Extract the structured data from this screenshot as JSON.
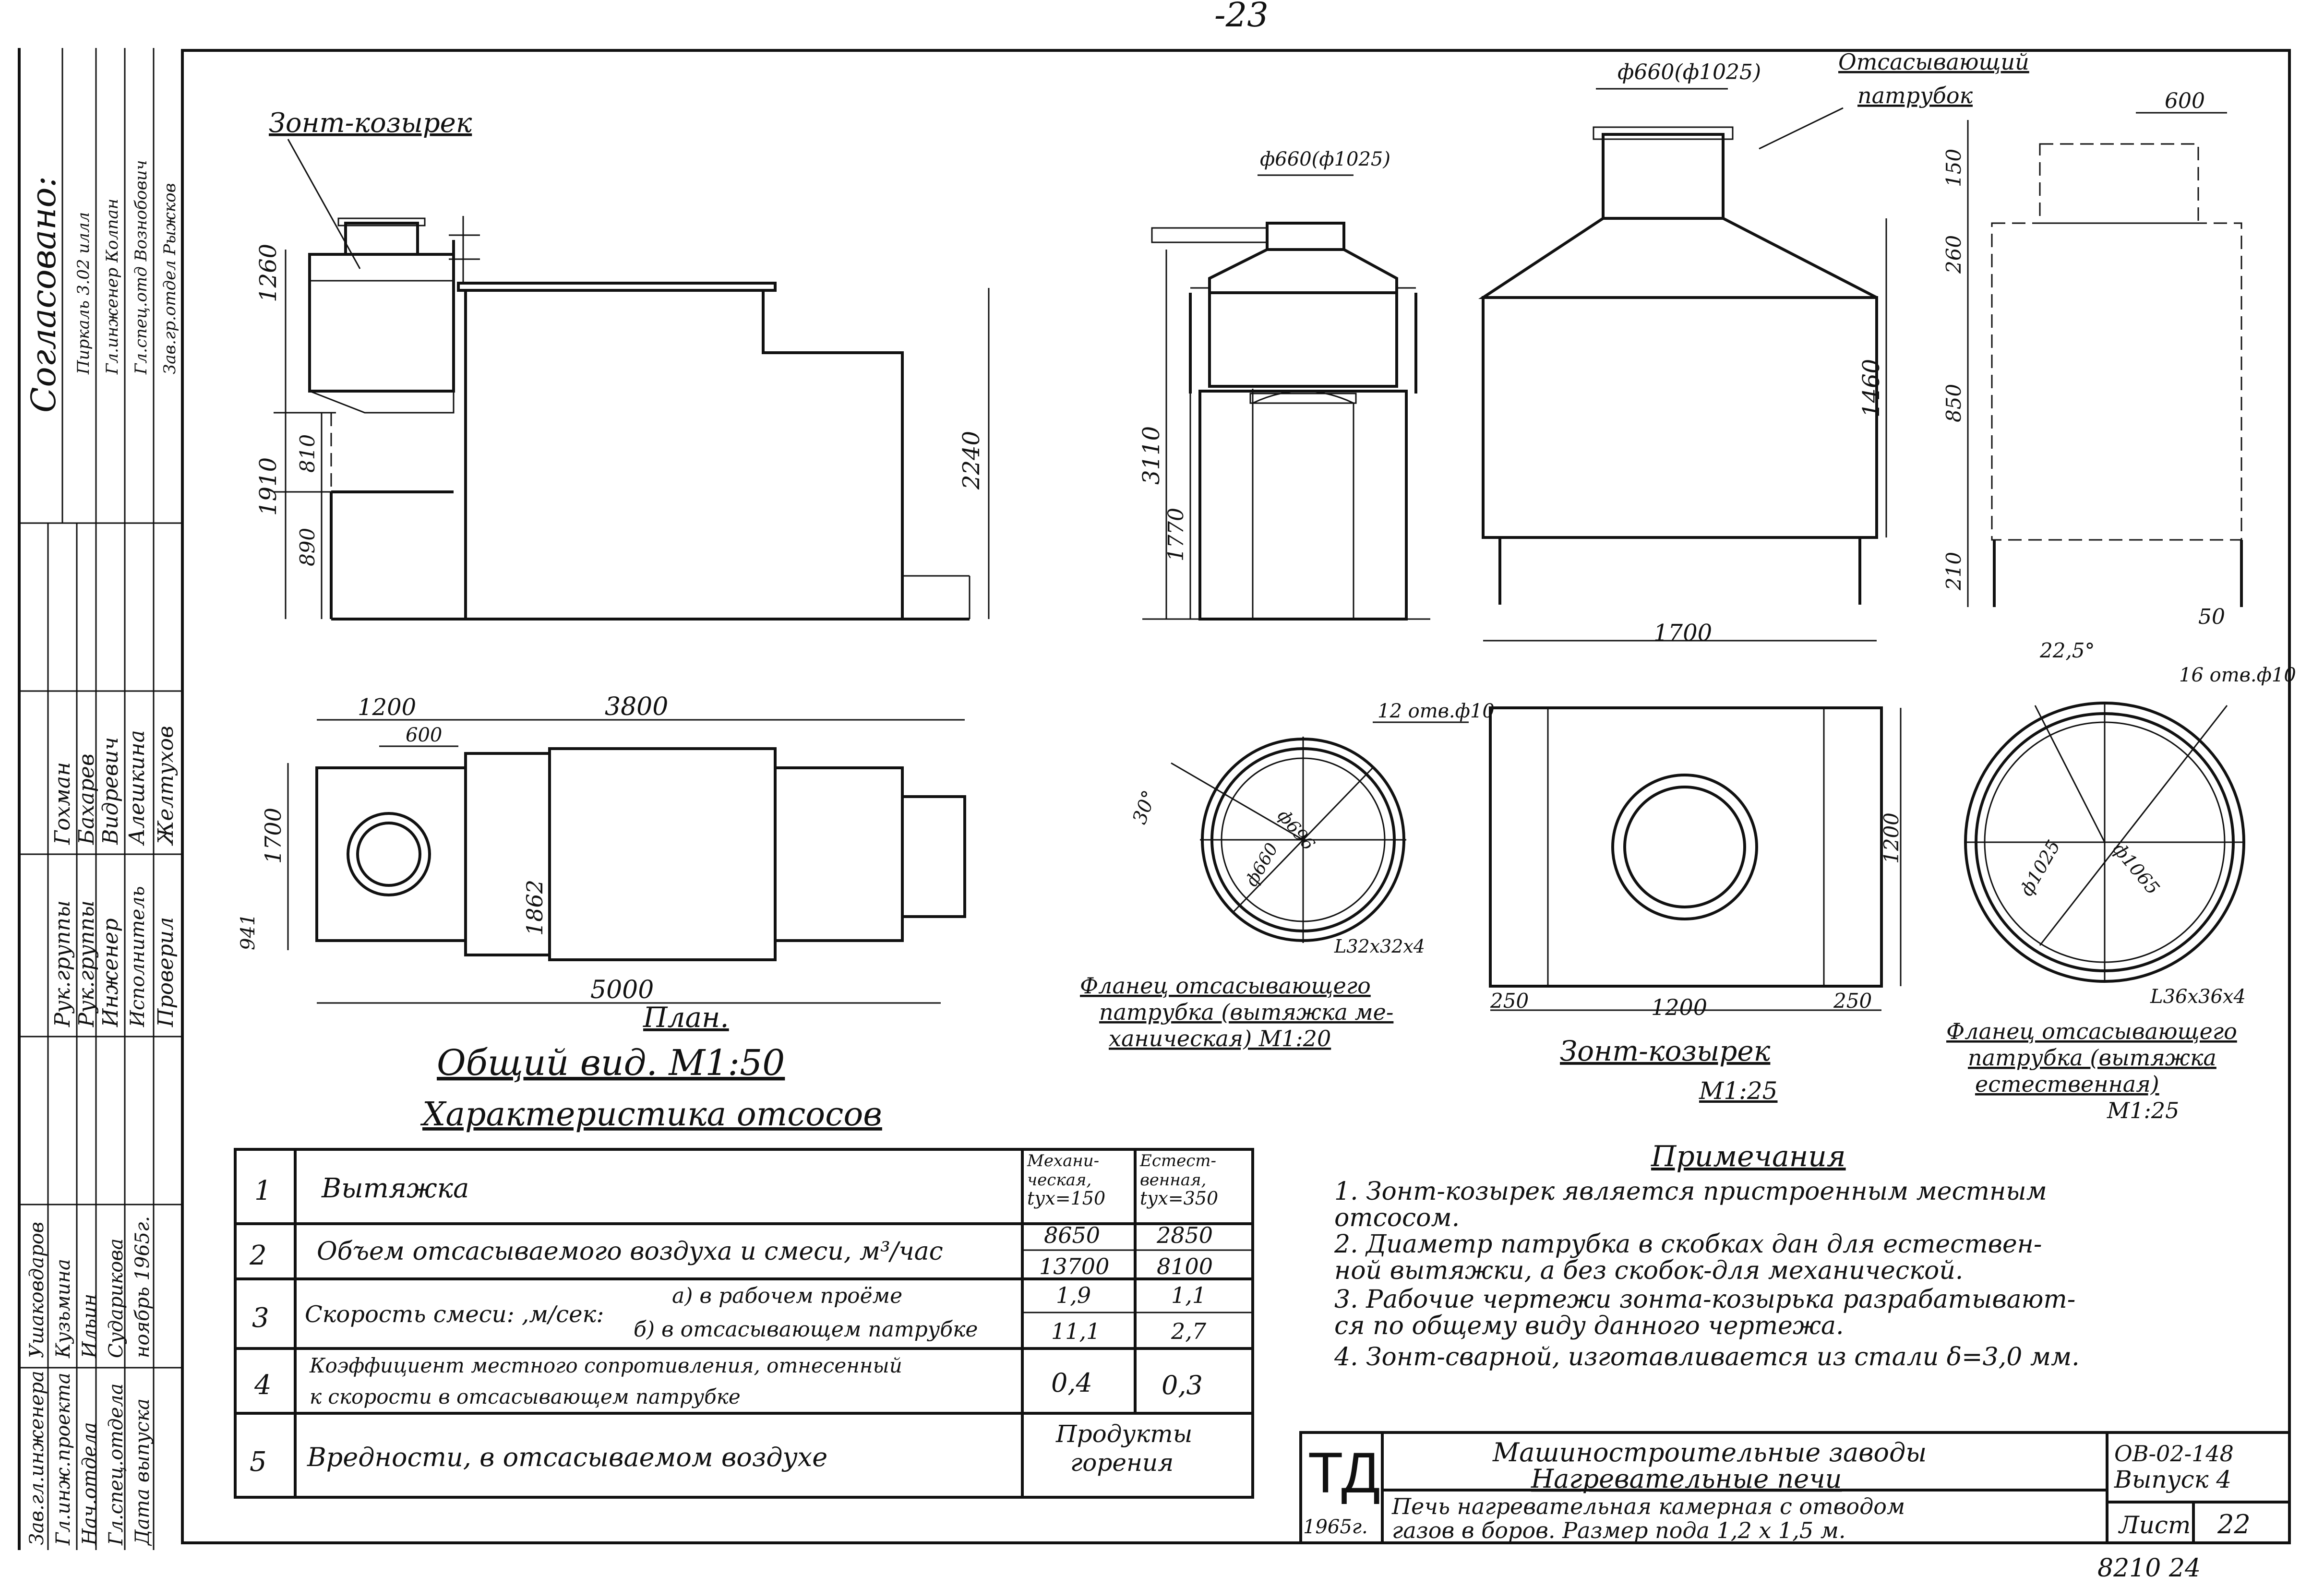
{
  "page_number": "-23",
  "stamp": "8210   24",
  "side_block": {
    "agreed": "Согласовано:",
    "approvals": [
      "Пиркаль 3.02 иллл",
      "Гл.инженер Колпан",
      "Гл.спец.отд Вознобович",
      "Зав.гр.отдел Рыжков"
    ],
    "roles": [
      "Рук.группы",
      "Рук.группы",
      "Инженер",
      "Исполнитель",
      "Проверил"
    ],
    "names": [
      "Гохман",
      "Бахарев",
      "Видревич",
      "Алешкина",
      "Желтухов"
    ],
    "left_roles": [
      "Зав.гл.инженера",
      "Гл.инж.проекта",
      "Нач.отдела",
      "Гл.спец.отдела",
      "Дата выпуска"
    ],
    "left_names": [
      "Ушаковдаров",
      "Кузьмина",
      "Ильин",
      "Сударикова",
      "ноябрь 1965г."
    ]
  },
  "titles": {
    "hood_top": "Зонт-козырек",
    "general_view": "Общий вид. М1:50",
    "plan": "План.",
    "flange_mech": [
      "Фланец отсасывающего",
      "патрубка (вытяжка ме-",
      "ханическая)  М1:20"
    ],
    "hood_scale": [
      "Зонт-козырек",
      "М1:25"
    ],
    "flange_nat": [
      "Фланец отсасывающего",
      "патрубка (вытяжка",
      "естественная)",
      "М1:25"
    ],
    "suction_pipe": [
      "Отсасывающий",
      "патрубок"
    ]
  },
  "dims": {
    "front": [
      "1260",
      "1910",
      "810",
      "890",
      "2240"
    ],
    "side": [
      "ф660(ф1025)",
      "3110",
      "1770"
    ],
    "hood_front": [
      "ф660(ф1025)",
      "1460",
      "1700"
    ],
    "hood_side": [
      "600",
      "150",
      "260",
      "850",
      "210",
      "50"
    ],
    "plan": [
      "1200",
      "600",
      "3800",
      "1700",
      "1862",
      "941",
      "5000"
    ],
    "flange1": [
      "12 отв.ф10",
      "30°",
      "ф696",
      "ф660",
      "L32х32х4"
    ],
    "hood_plan": [
      "250",
      "1200",
      "250",
      "1200"
    ],
    "flange2": [
      "22,5°",
      "16 отв.ф10",
      "ф1025",
      "ф1065",
      "L36х36х4"
    ]
  },
  "table": {
    "title": "Характеристика отсосов",
    "col_mech": [
      "Механи-",
      "ческая,",
      "tух=150"
    ],
    "col_nat": [
      "Естест-",
      "венная,",
      "tух=350"
    ],
    "rows": [
      {
        "n": "1",
        "label": "Вытяжка",
        "sub": [],
        "mech": [],
        "nat": []
      },
      {
        "n": "2",
        "label": "Объем отсасываемого воздуха и смеси, м³/час",
        "sub": [],
        "mech": [
          "8650",
          "13700"
        ],
        "nat": [
          "2850",
          "8100"
        ]
      },
      {
        "n": "3",
        "label": "Скорость смеси: ,м/сек:",
        "sub": [
          "а) в рабочем проёме",
          "б) в отсасывающем патрубке"
        ],
        "mech": [
          "1,9",
          "11,1"
        ],
        "nat": [
          "1,1",
          "2,7"
        ]
      },
      {
        "n": "4",
        "label": "Коэффициент местного сопротивления, отнесенный",
        "label2": "к скорости в отсасывающем патрубке",
        "sub": [],
        "mech": [
          "0,4"
        ],
        "nat": [
          "0,3"
        ]
      },
      {
        "n": "5",
        "label": "Вредности, в отсасываемом воздухе",
        "sub": [],
        "mech": [
          "Продукты",
          "горения"
        ],
        "nat": []
      }
    ]
  },
  "notes": {
    "title": "Примечания",
    "items": [
      "1. Зонт-козырек является пристроенным местным",
      "   отсосом.",
      "2. Диаметр патрубка в скобках дан для естествен-",
      "   ной вытяжки, а без скобок-для механической.",
      "3. Рабочие чертежи зонта-козырька разрабатывают-",
      "   ся по общему виду данного чертежа.",
      "4. Зонт-сварной, изготавливается из стали δ=3,0 мм."
    ]
  },
  "title_block": {
    "logo": "ТД",
    "year": "1965г.",
    "org": "Машиностроительные заводы",
    "section": "Нагревательные печи",
    "desc1": "Печь нагревательная камерная с отводом",
    "desc2": "газов в боров. Размер пода 1,2 х 1,5 м.",
    "code": "ОВ-02-148",
    "issue": "Выпуск 4",
    "sheet_label": "Лист",
    "sheet": "22"
  }
}
